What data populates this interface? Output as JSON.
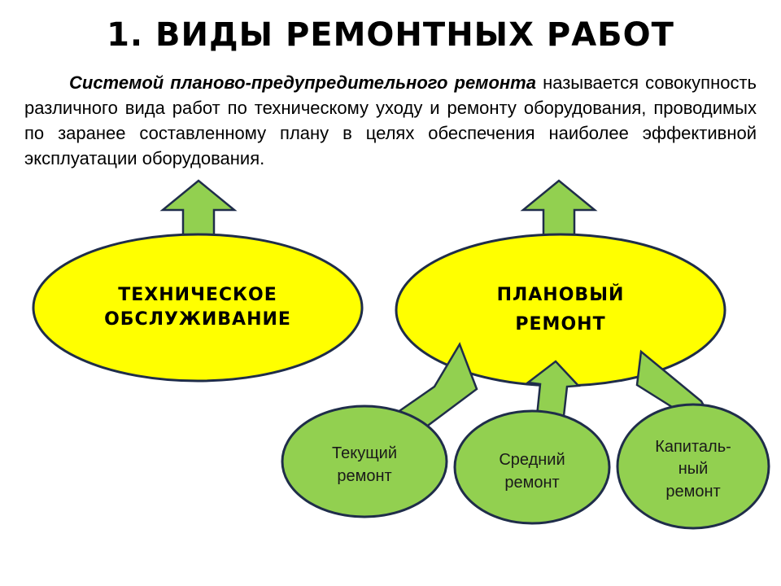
{
  "title": "1. ВИДЫ РЕМОНТНЫХ РАБОТ",
  "definition": {
    "term": "Системой планово-предупредительного ремонта",
    "text": " называется совокупность различного вида работ по техническому уходу и ремонту оборудования, проводимых по заранее составленному плану в целях обеспечения наиболее эффективной эксплуатации оборудования."
  },
  "colors": {
    "ellipse_yellow": "#ffff00",
    "circle_green": "#92d050",
    "arrow_green": "#92d050",
    "outline": "#1f2d4a"
  },
  "nodes": {
    "maintenance": {
      "line1": "ТЕХНИЧЕСКОЕ",
      "line2": "ОБСЛУЖИВАНИЕ"
    },
    "planned": {
      "line1": "ПЛАНОВЫЙ",
      "line2": "РЕМОНТ"
    },
    "current": {
      "line1": "Текущий",
      "line2": "ремонт"
    },
    "medium": {
      "line1": "Средний",
      "line2": "ремонт"
    },
    "capital": {
      "line1": "Капиталь-",
      "line2": "ный",
      "line3": "ремонт"
    }
  }
}
